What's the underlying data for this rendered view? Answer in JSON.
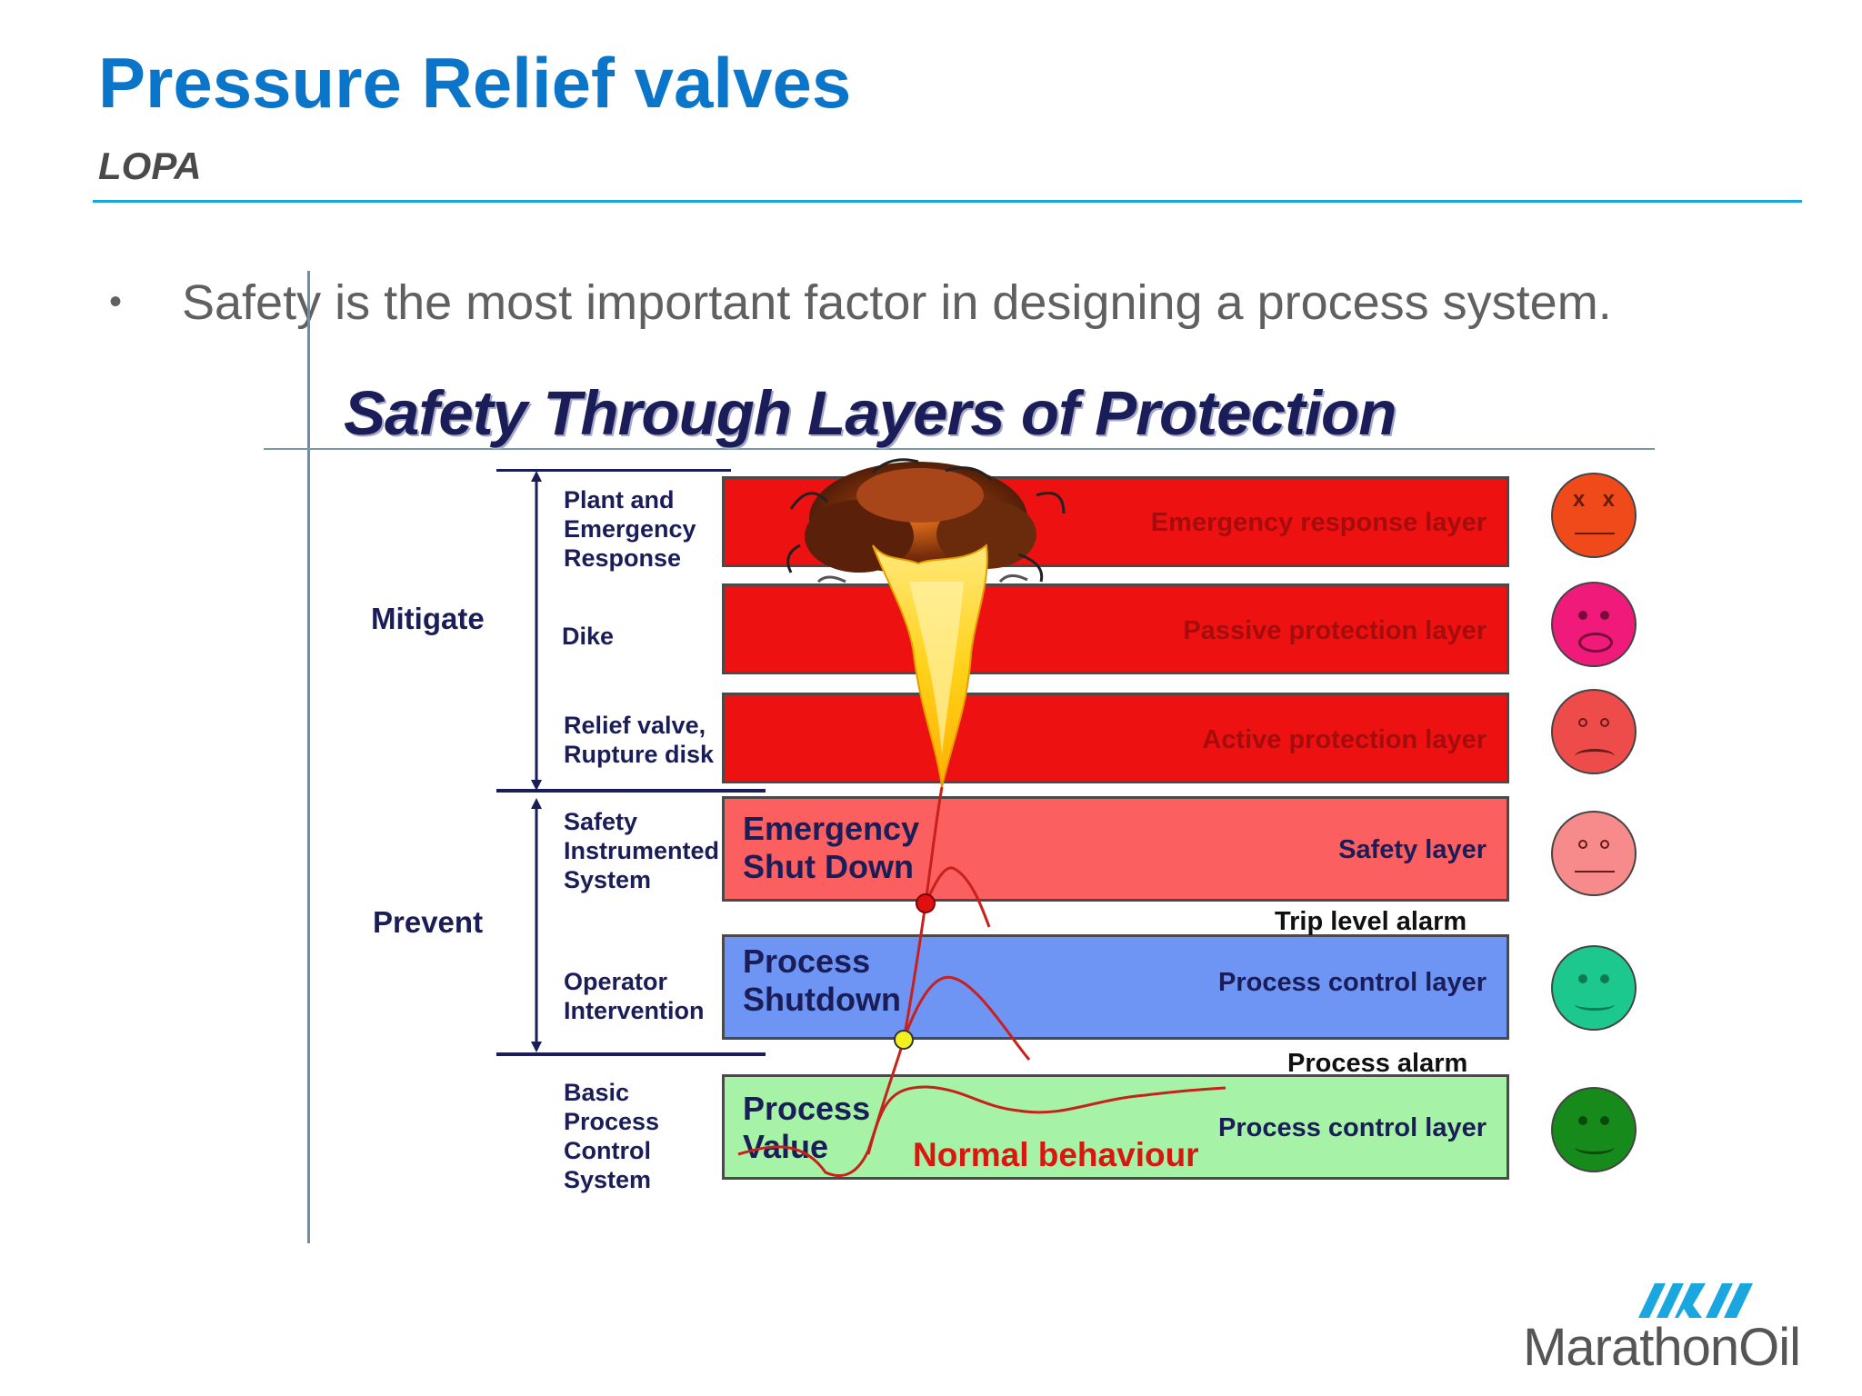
{
  "slide": {
    "title": "Pressure Relief valves",
    "subtitle": "LOPA",
    "bullet": "Safety is the most important factor in designing a process system."
  },
  "diagram": {
    "title": "Safety Through Layers of Protection",
    "groups": {
      "mitigate": "Mitigate",
      "prevent": "Prevent"
    },
    "side_labels": {
      "plant": "Plant and\nEmergency\nResponse",
      "dike": "Dike",
      "relief": "Relief valve,\nRupture disk",
      "sis": "Safety\nInstrumented\nSystem",
      "operator": "Operator\nIntervention",
      "bpcs": "Basic\nProcess\nControl\nSystem"
    },
    "bands": {
      "emergency_response": {
        "label": "Emergency response layer",
        "fill": "#ee1111"
      },
      "passive": {
        "label": "Passive protection layer",
        "fill": "#ee1111"
      },
      "active": {
        "label": "Active protection layer",
        "fill": "#ee1111"
      },
      "safety": {
        "label": "Safety layer",
        "inner": "Emergency\nShut Down",
        "fill": "#fb5f5f"
      },
      "process_shutdown": {
        "label": "Process control layer",
        "inner": "Process\nShutdown",
        "fill": "#6e94f4"
      },
      "bpcs": {
        "label": "Process control layer",
        "inner": "Process\nValue",
        "fill": "#a6f2a6"
      }
    },
    "alarms": {
      "trip": "Trip level alarm",
      "process": "Process alarm"
    },
    "normal_behaviour": "Normal behaviour",
    "faces": [
      "dead",
      "very-unhappy",
      "unhappy",
      "slightly-unhappy",
      "neutral",
      "happy"
    ]
  },
  "brand": {
    "name": "MarathonOil",
    "accent": "#1aa6de",
    "title_color": "#0b75c9"
  }
}
